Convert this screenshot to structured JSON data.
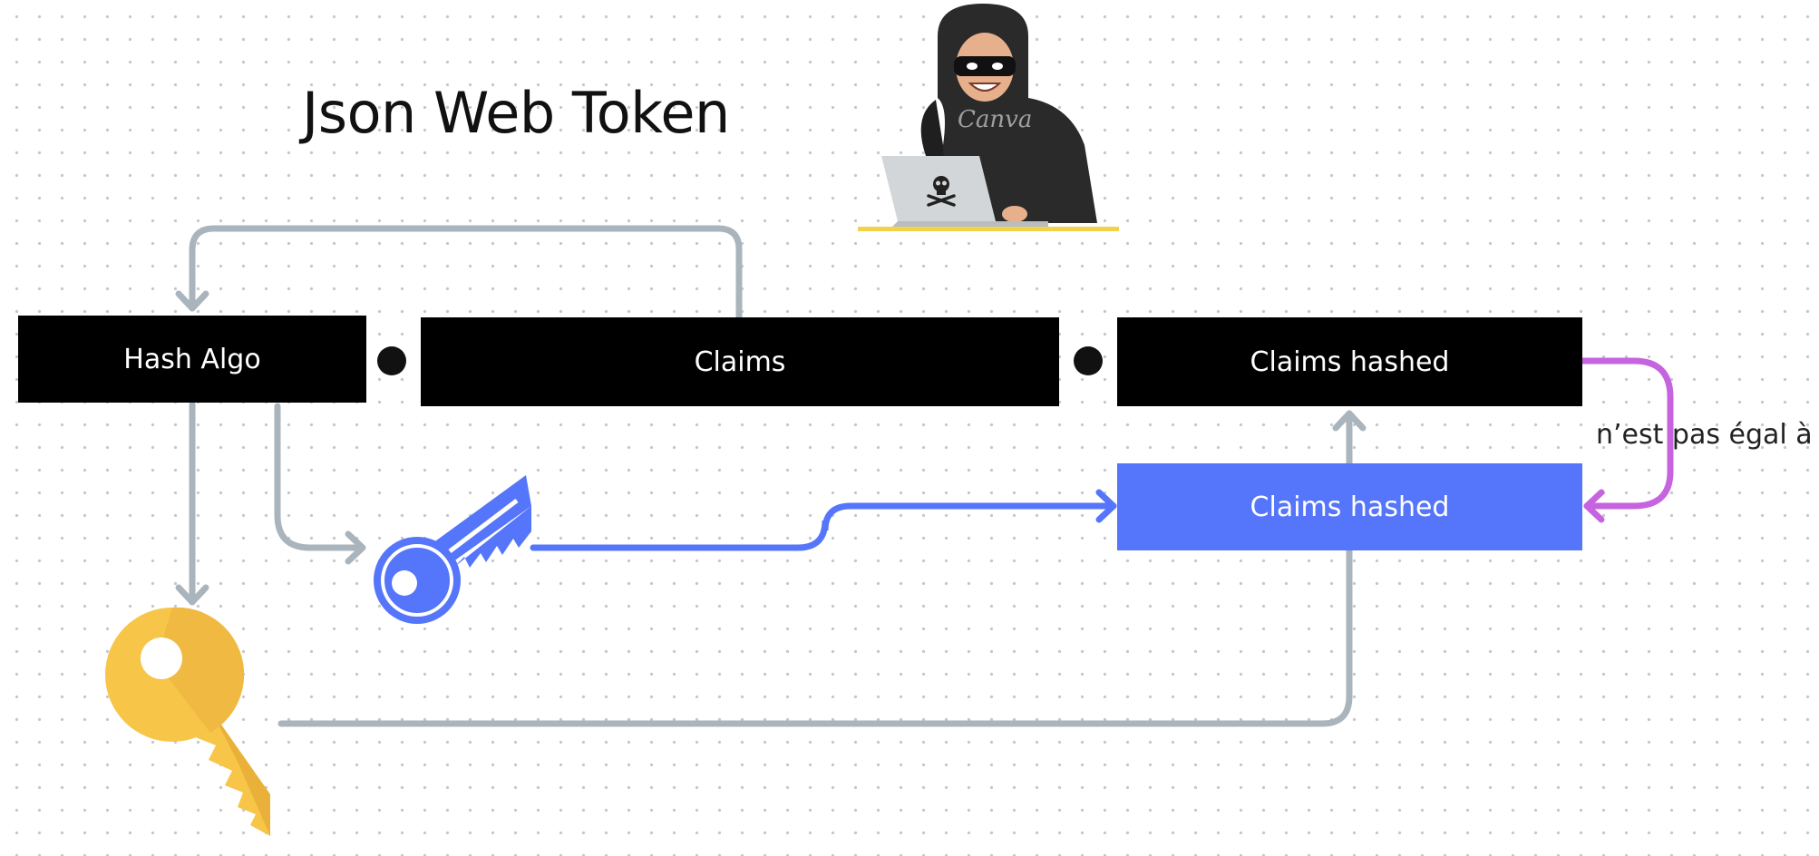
{
  "diagram": {
    "title": "Json Web Token",
    "nodes": {
      "hash_algo": "Hash Algo",
      "claims": "Claims",
      "claims_hashed": "Claims hashed",
      "claims_hashed_forged": "Claims hashed"
    },
    "annotation": "n’est pas égal à",
    "hacker_watermark": "Canva"
  },
  "colors": {
    "connector_gray": "#a9b4bd",
    "connector_blue": "#5575fa",
    "connector_purple": "#c664e0",
    "node_black": "#000000",
    "node_blue": "#5575fa",
    "key_gold": "#f7c548",
    "desk_yellow": "#f2d24a"
  },
  "icons": [
    "hacker-icon",
    "skull-icon",
    "gold-key-icon",
    "blue-key-icon"
  ]
}
